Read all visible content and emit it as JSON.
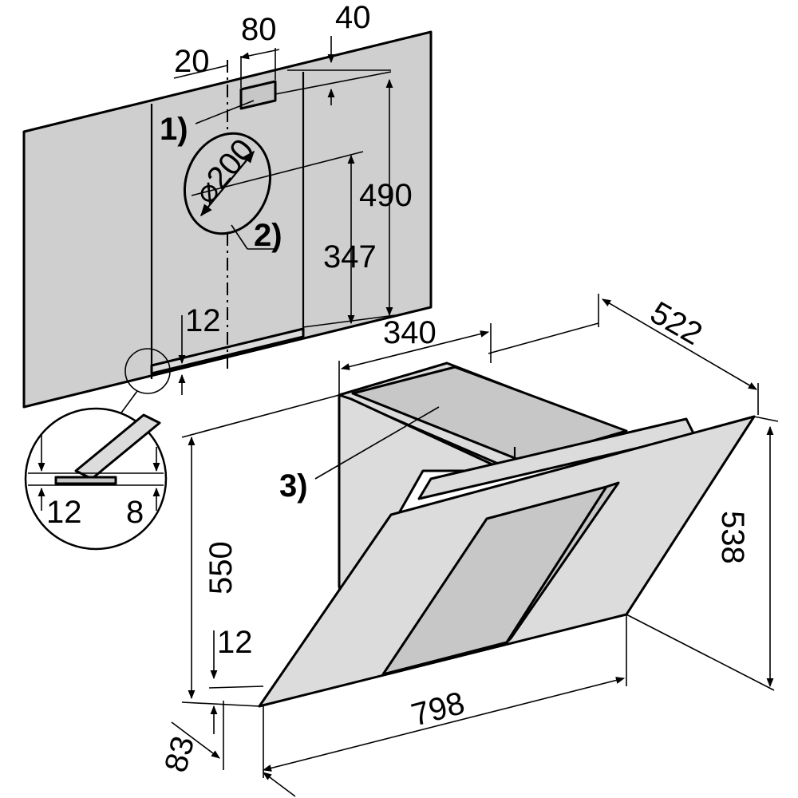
{
  "drawing": {
    "dimensions": {
      "d_20": "20",
      "d_80": "80",
      "d_40": "40",
      "d_490": "490",
      "d_347": "347",
      "d_12_wall": "12",
      "d_200": "⌀200",
      "d_12_detail": "12",
      "d_8_detail": "8",
      "d_340": "340",
      "d_522": "522",
      "d_550": "550",
      "d_538": "538",
      "d_12_hood": "12",
      "d_798": "798",
      "d_83": "83"
    },
    "callouts": {
      "c1": "1)",
      "c2": "2)",
      "c3": "3)"
    },
    "colors": {
      "line": "#000000",
      "fill_light": "#dcdcdc",
      "fill_mid": "#cfcfcf",
      "background": "#ffffff"
    }
  }
}
